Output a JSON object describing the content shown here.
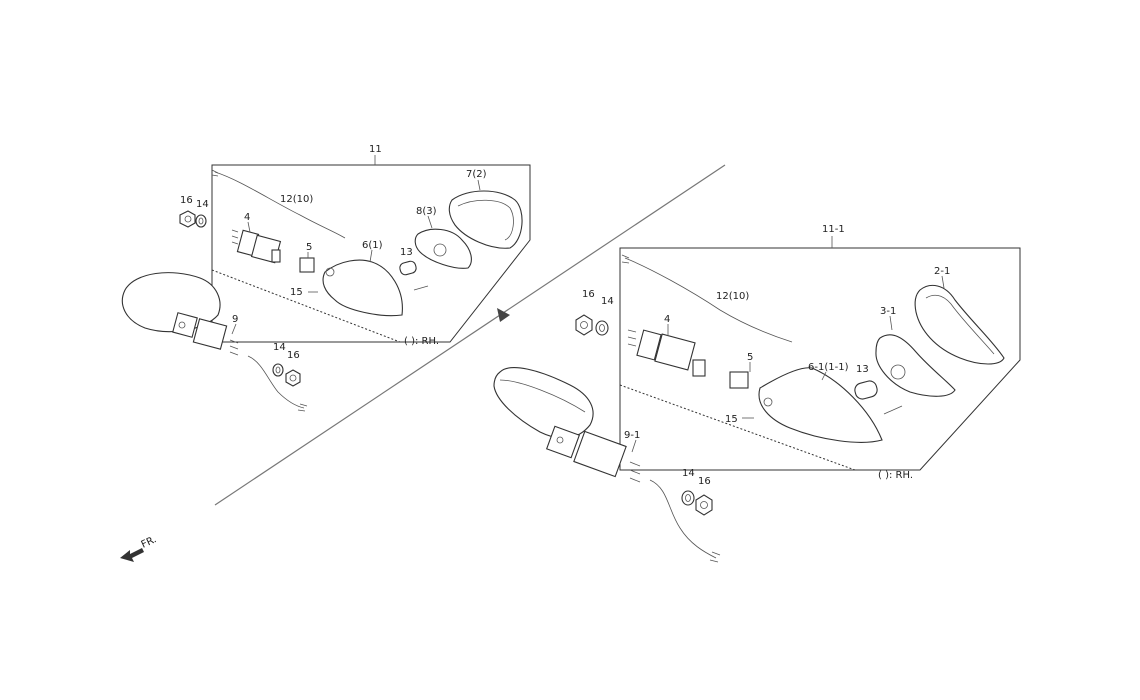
{
  "assemblies": {
    "left": {
      "box_label": "11",
      "rh_note": "(   ): RH.",
      "labels": {
        "p16a": "16",
        "p14a": "14",
        "p4": "4",
        "p12": "12(10)",
        "p5": "5",
        "p15": "15",
        "p6": "6(1)",
        "p13": "13",
        "p8": "8(3)",
        "p7": "7(2)",
        "p9": "9",
        "p14b": "14",
        "p16b": "16"
      }
    },
    "right": {
      "box_label": "11-1",
      "rh_note": "(   ): RH.",
      "labels": {
        "p16a": "16",
        "p14a": "14",
        "p4": "4",
        "p12": "12(10)",
        "p5": "5",
        "p15": "15",
        "p6": "6-1(1-1)",
        "p13": "13",
        "p3": "3-1",
        "p2": "2-1",
        "p9": "9-1",
        "p14b": "14",
        "p16b": "16"
      }
    }
  },
  "front_indicator": "FR.",
  "colors": {
    "line": "#333333",
    "background": "#ffffff"
  }
}
